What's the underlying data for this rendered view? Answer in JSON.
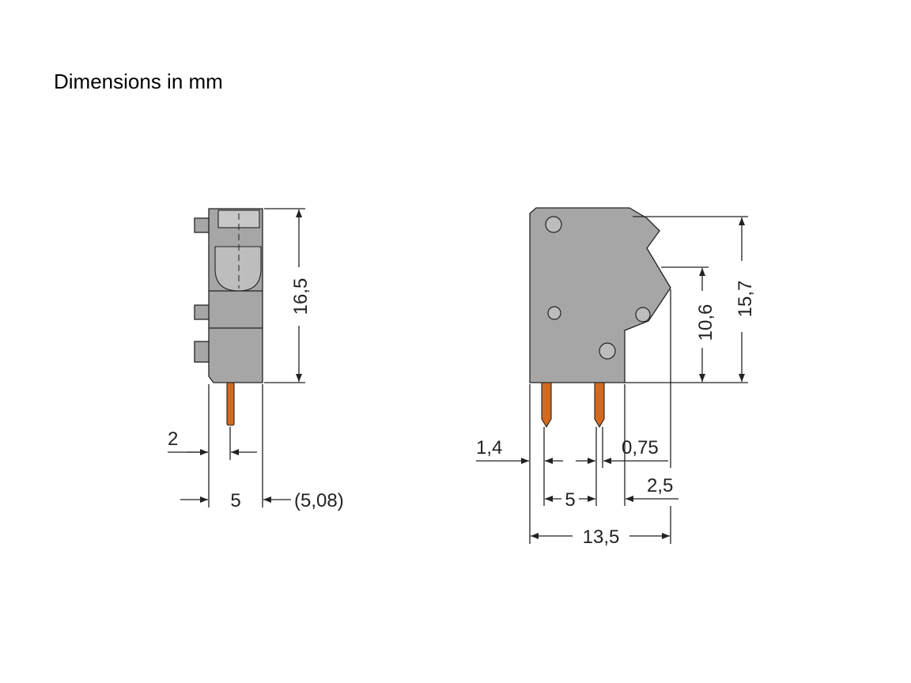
{
  "title": "Dimensions in mm",
  "colors": {
    "housing": "#a6a6a6",
    "pin": "#d2691e",
    "line": "#222222"
  },
  "side_view": {
    "height_label": "16,5",
    "pin_offset_label": "2",
    "width_label": "5",
    "width_alt_label": "(5,08)"
  },
  "front_view": {
    "height_label": "15,7",
    "inner_height_label": "10,6",
    "pin_offset_label": "1,4",
    "pin_width_label": "0,75",
    "pitch_label": "5",
    "offset_label": "2,5",
    "total_width_label": "13,5"
  }
}
